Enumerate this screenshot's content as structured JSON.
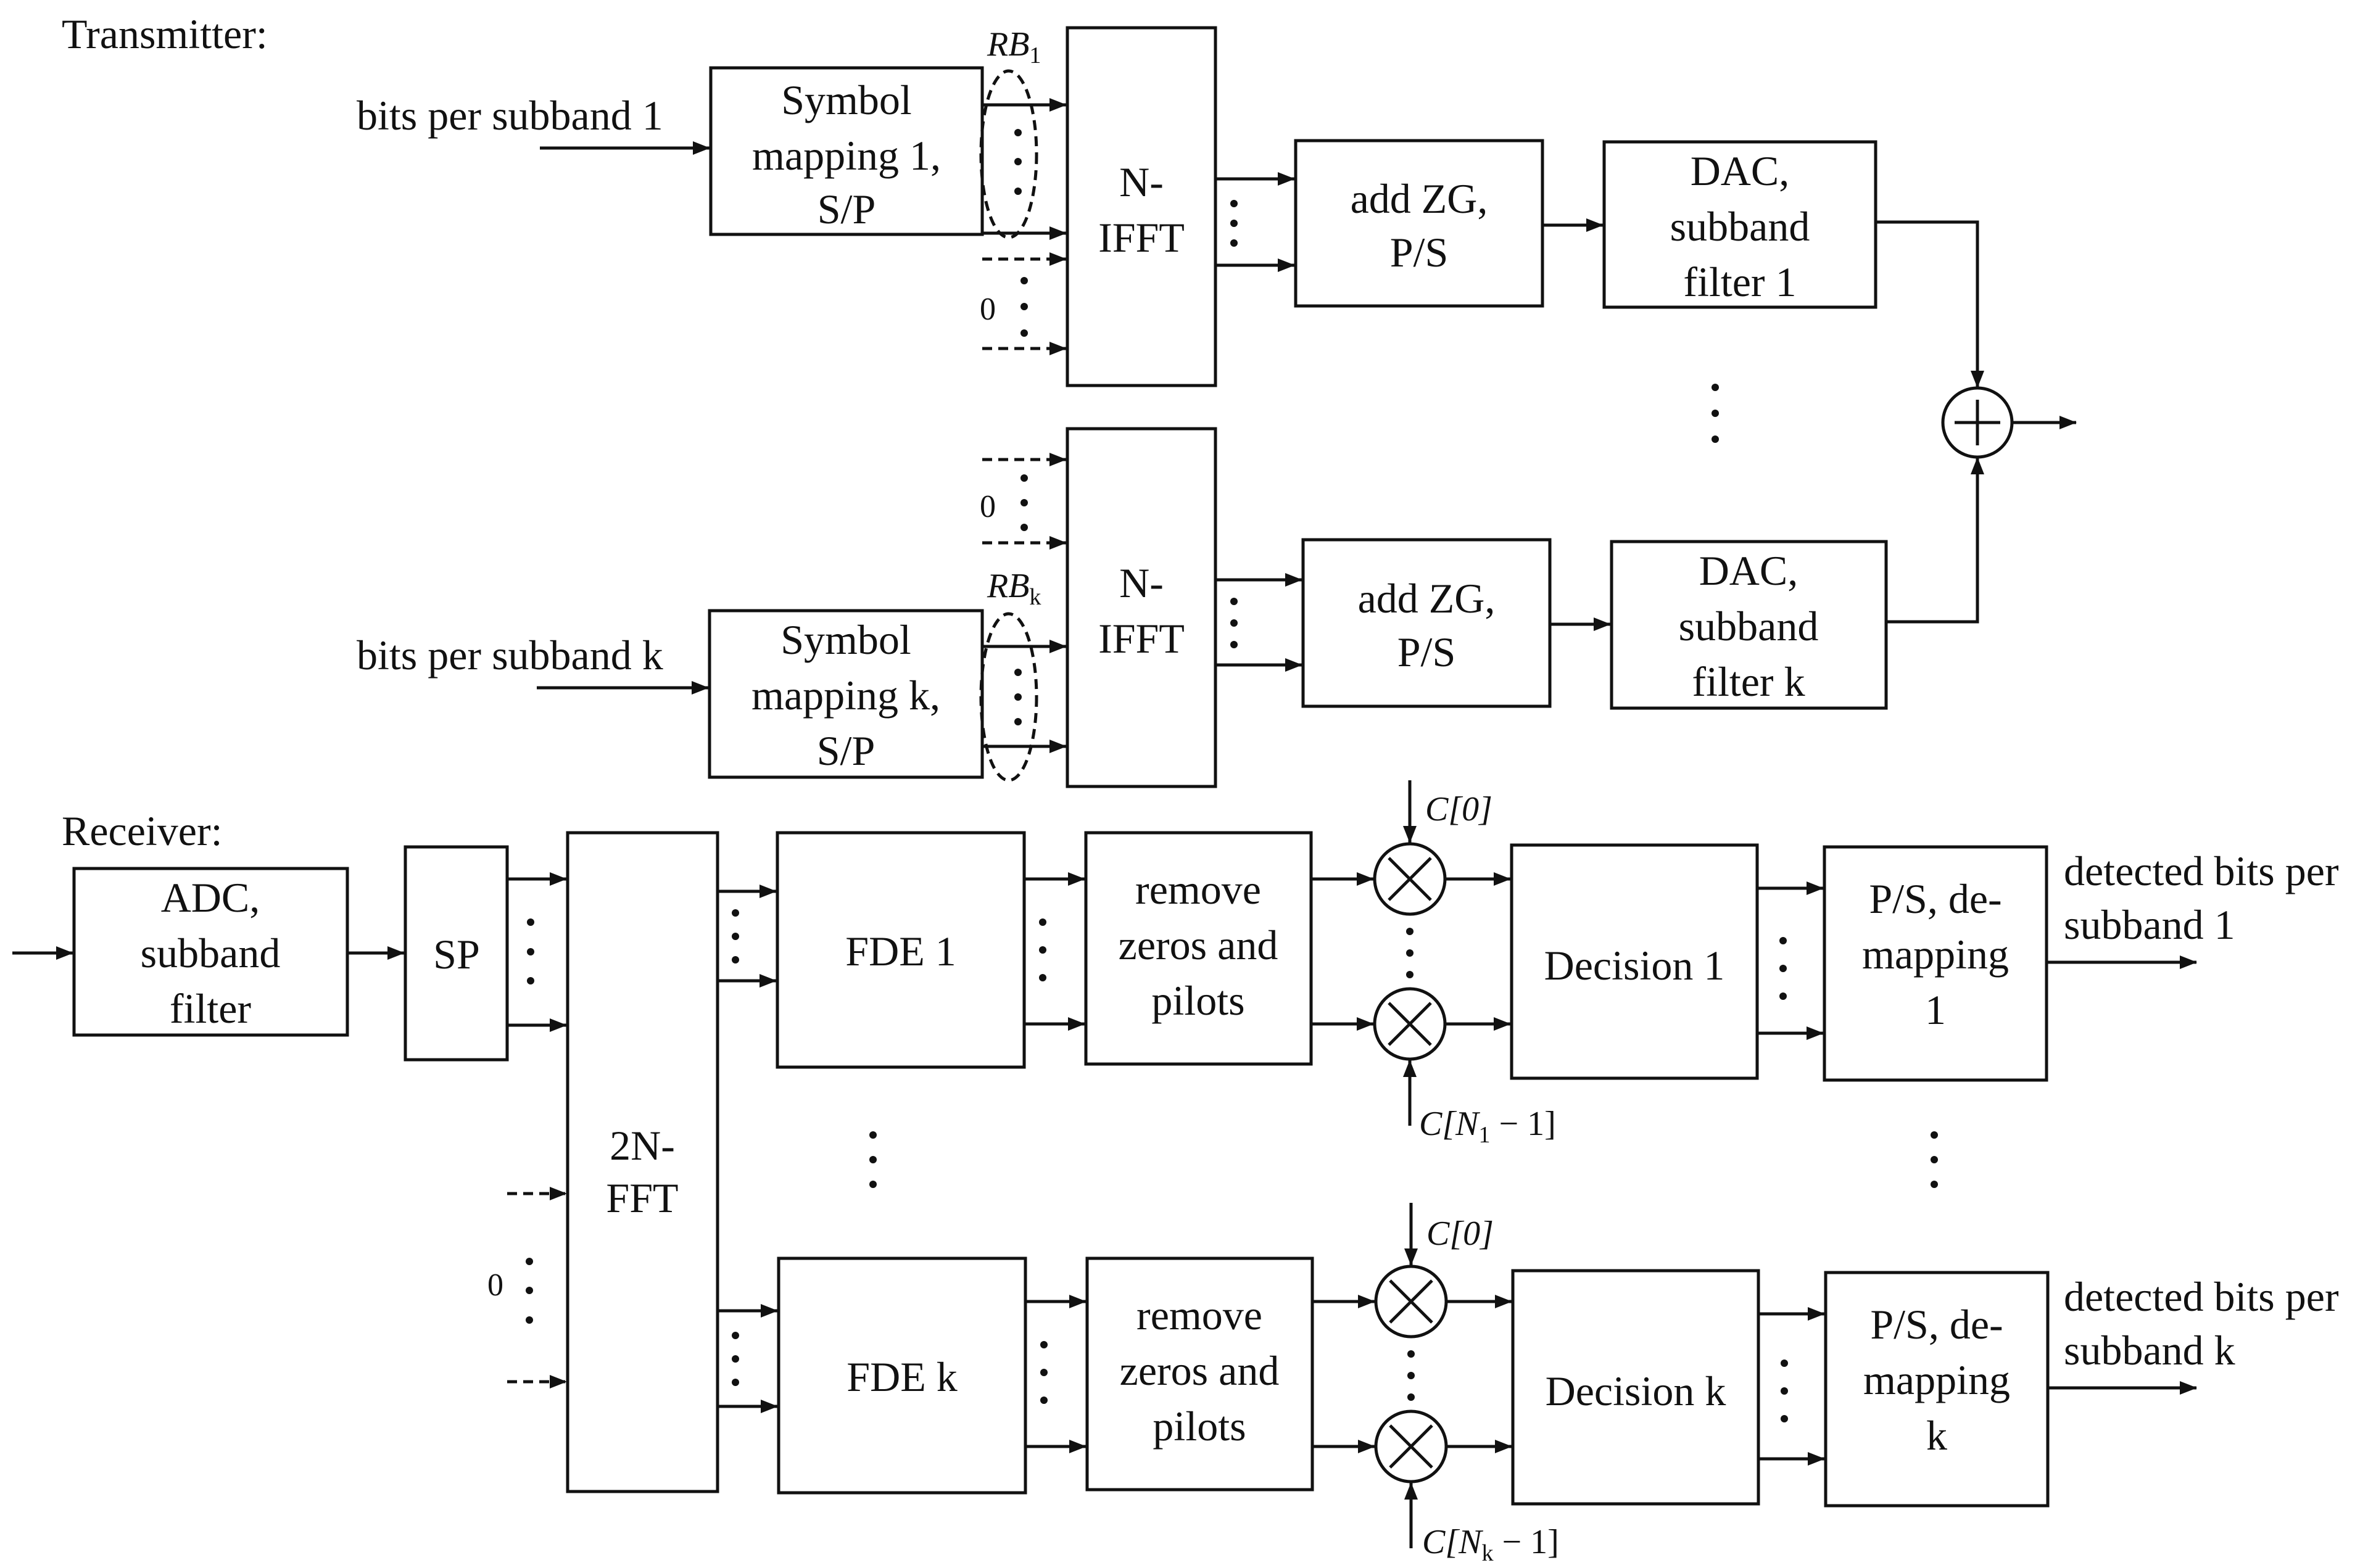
{
  "section_labels": {
    "transmitter": "Transmitter:",
    "receiver": "Receiver:"
  },
  "transmitter": {
    "input_1": "bits per subband 1",
    "input_k": "bits per subband k",
    "symbol_mapping_1": [
      "Symbol",
      "mapping 1,",
      "S/P"
    ],
    "symbol_mapping_k": [
      "Symbol",
      "mapping k,",
      "S/P"
    ],
    "ifft": [
      "N-",
      "IFFT"
    ],
    "add_zg": [
      "add ZG,",
      "P/S"
    ],
    "dac_1": [
      "DAC,",
      "subband",
      "filter 1"
    ],
    "dac_k": [
      "DAC,",
      "subband",
      "filter k"
    ],
    "zero": "0",
    "rb_1": {
      "base": "RB",
      "sub": "1"
    },
    "rb_k": {
      "base": "RB",
      "sub": "k"
    },
    "sum_symbol": "+"
  },
  "receiver": {
    "adc": [
      "ADC,",
      "subband",
      "filter"
    ],
    "sp": "SP",
    "fft": [
      "2N-",
      "FFT"
    ],
    "fde_1": "FDE 1",
    "fde_k": "FDE k",
    "remove": [
      "remove",
      "zeros and",
      "pilots"
    ],
    "decision_1": "Decision 1",
    "decision_k": "Decision k",
    "demap_1": [
      "P/S, de-",
      "mapping",
      "1"
    ],
    "demap_k": [
      "P/S, de-",
      "mapping",
      "k"
    ],
    "output_1": [
      "detected bits per",
      "subband 1"
    ],
    "output_k": [
      "detected bits per",
      "subband k"
    ],
    "zero": "0",
    "coef_first": "C[0]",
    "coef_last_1": {
      "prefix": "C[N",
      "sub": "1",
      "suffix": " − 1]"
    },
    "coef_last_k": {
      "prefix": "C[N",
      "sub": "k",
      "suffix": " − 1]"
    },
    "mult_symbol": "×"
  }
}
